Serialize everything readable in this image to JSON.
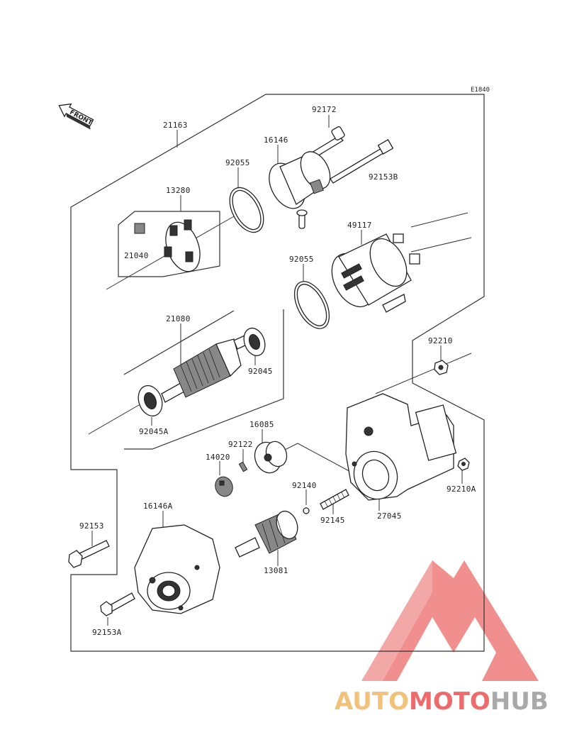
{
  "diagram_code": "E1840",
  "front_label": "FRONT",
  "watermark": {
    "part1": "AUTO",
    "part2": "MOTO",
    "part3": "HUB",
    "color1": "#f2c27a",
    "color2": "#ef6b6b",
    "color3": "#a9a9a9"
  },
  "parts": {
    "p21163": "21163",
    "p92172": "92172",
    "p16146": "16146",
    "p92055a": "92055",
    "p92153B": "92153B",
    "p13280": "13280",
    "p21040": "21040",
    "p49117": "49117",
    "p92055b": "92055",
    "p21080": "21080",
    "p92045": "92045",
    "p92045A": "92045A",
    "p92210": "92210",
    "p16085": "16085",
    "p92122": "92122",
    "p14020": "14020",
    "p92140": "92140",
    "p92210A": "92210A",
    "p92145": "92145",
    "p27045": "27045",
    "p92153": "92153",
    "p16146A": "16146A",
    "p13081": "13081",
    "p92153A": "92153A"
  }
}
